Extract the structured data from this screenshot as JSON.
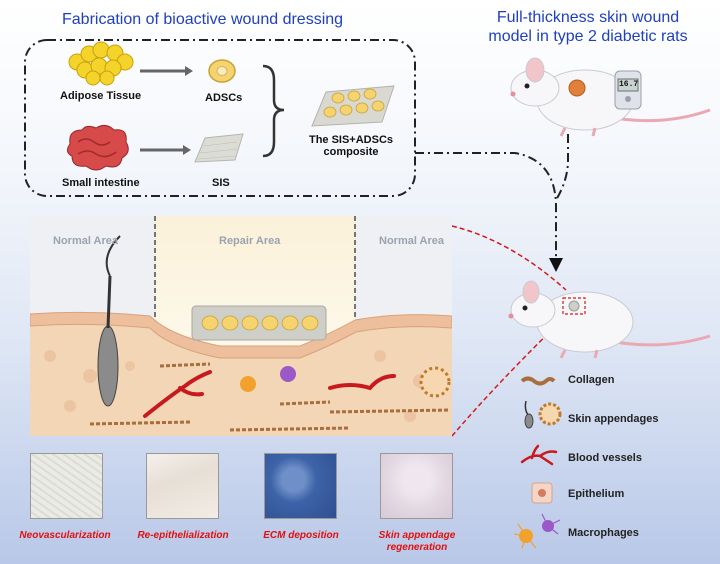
{
  "left_title": "Fabrication of bioactive wound dressing",
  "right_title_line1": "Full-thickness skin wound",
  "right_title_line2": "model in type 2 diabetic rats",
  "fabrication": {
    "adipose_tissue": "Adipose Tissue",
    "adscs": "ADSCs",
    "small_intestine": "Small intestine",
    "sis": "SIS",
    "composite_line1": "The SIS+ADSCs",
    "composite_line2": "composite"
  },
  "glucometer_reading": "16.7",
  "areas": {
    "normal_left": "Normal Area",
    "repair": "Repair Area",
    "normal_right": "Normal Area"
  },
  "outcomes": [
    {
      "line1": "Neovascularization",
      "line2": ""
    },
    {
      "line1": "Re-epithelialization",
      "line2": ""
    },
    {
      "line1": "ECM deposition",
      "line2": ""
    },
    {
      "line1": "Skin appendage",
      "line2": "regeneration"
    }
  ],
  "legend": {
    "collagen": "Collagen",
    "skin_appendages": "Skin appendages",
    "blood_vessels": "Blood vessels",
    "epithelium": "Epithelium",
    "macrophages": "Macrophages"
  },
  "colors": {
    "title_blue": "#1f3fbf",
    "caption_red": "#e01010",
    "vessel_red": "#c8191e",
    "skin": "#f2d6b6"
  }
}
